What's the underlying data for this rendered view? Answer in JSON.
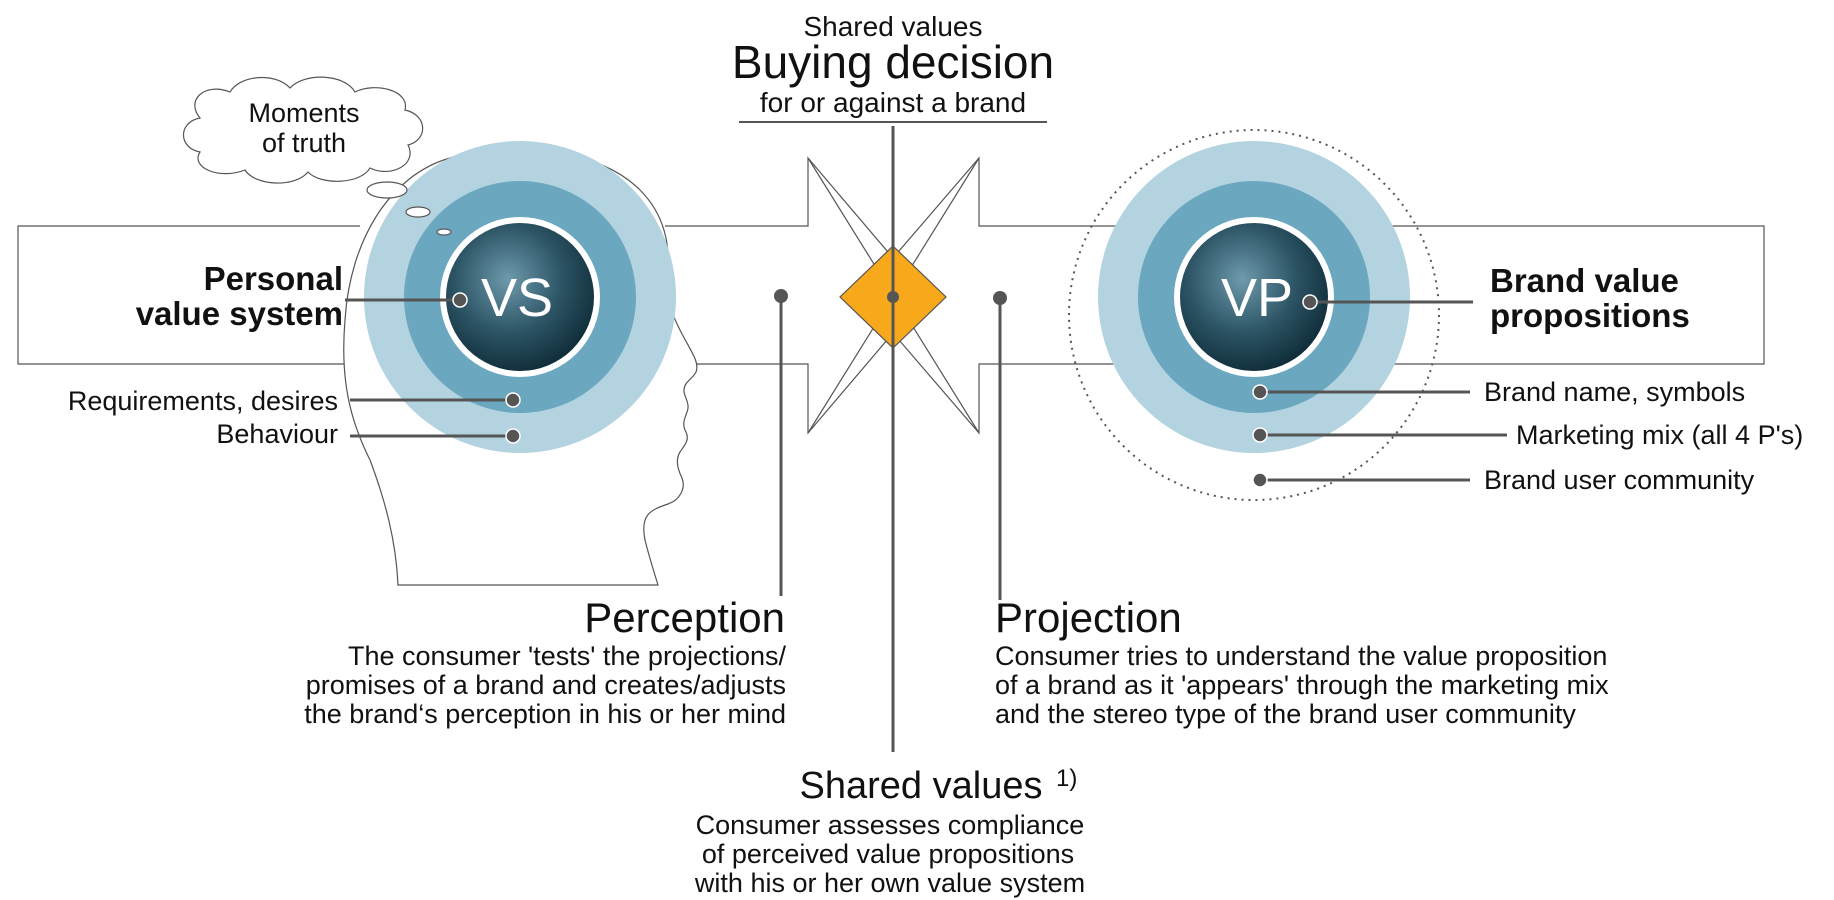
{
  "header": {
    "shared_values_small": "Shared values",
    "buying_decision": "Buying decision",
    "for_or_against": "for or against a brand"
  },
  "cloud": {
    "line1": "Moments",
    "line2": "of truth"
  },
  "consumer": {
    "circle_label": "VS",
    "title_line1": "Personal",
    "title_line2": "value system",
    "ring_requirements": "Requirements, desires",
    "ring_behaviour": "Behaviour"
  },
  "brand": {
    "circle_label": "VP",
    "title_line1": "Brand value",
    "title_line2": "propositions",
    "items": [
      "Brand name, symbols",
      "Marketing mix (all 4 P's)",
      "Brand user community"
    ]
  },
  "perception": {
    "title": "Perception",
    "lines": [
      "The consumer 'tests' the projections/",
      "promises of a brand and creates/adjusts",
      "the brand‘s perception in his or her mind"
    ]
  },
  "projection": {
    "title": "Projection",
    "lines": [
      "Consumer tries to understand the value proposition",
      "of a brand as it 'appears' through the marketing mix",
      "and the stereo type of the brand user community"
    ]
  },
  "shared_values": {
    "title": "Shared values",
    "footnote": "1)",
    "lines": [
      "Consumer assesses compliance",
      "of perceived value propositions",
      "with his or her own value system"
    ]
  },
  "colors": {
    "ring_outer": "#b2d3df",
    "ring_middle": "#6ba8c0",
    "core_light": "#5c8a9c",
    "core_dark": "#173846",
    "diamond": "#f7a81b",
    "line": "#555555",
    "head_outline": "#555555"
  }
}
